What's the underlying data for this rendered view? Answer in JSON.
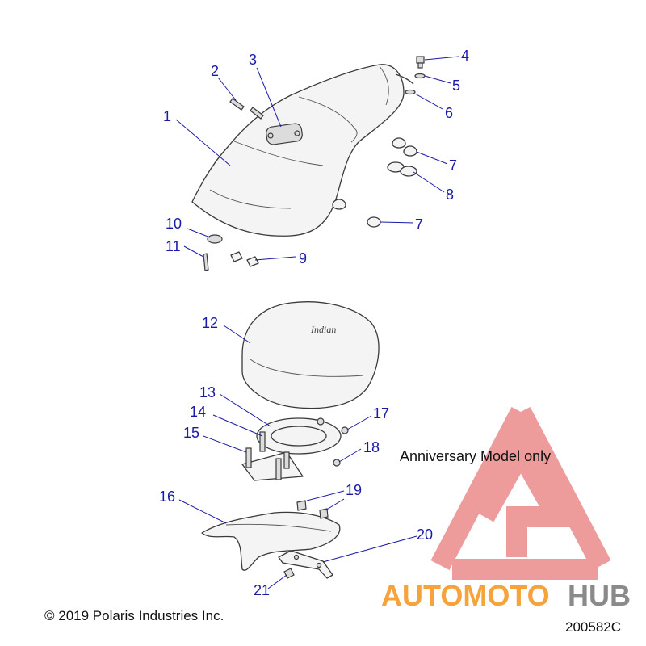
{
  "callouts": [
    {
      "label": "1"
    },
    {
      "label": "2"
    },
    {
      "label": "3"
    },
    {
      "label": "4"
    },
    {
      "label": "5"
    },
    {
      "label": "6"
    },
    {
      "label": "7"
    },
    {
      "label": "7"
    },
    {
      "label": "8"
    },
    {
      "label": "9"
    },
    {
      "label": "10"
    },
    {
      "label": "11"
    },
    {
      "label": "12"
    },
    {
      "label": "13"
    },
    {
      "label": "14"
    },
    {
      "label": "15"
    },
    {
      "label": "16"
    },
    {
      "label": "17"
    },
    {
      "label": "18"
    },
    {
      "label": "19"
    },
    {
      "label": "20"
    },
    {
      "label": "21"
    }
  ],
  "note": "Anniversary Model only",
  "copyright": "© 2019 Polaris Industries Inc.",
  "diagram_code": "200582C",
  "watermark": {
    "part1": "AUTOMOTO",
    "part2": "HUB",
    "color_primary": "#f6a33c",
    "color_secondary": "#8a8a8a",
    "color_logo": "#ea8a8a"
  },
  "colors": {
    "callout": "#1a1aa8"
  }
}
